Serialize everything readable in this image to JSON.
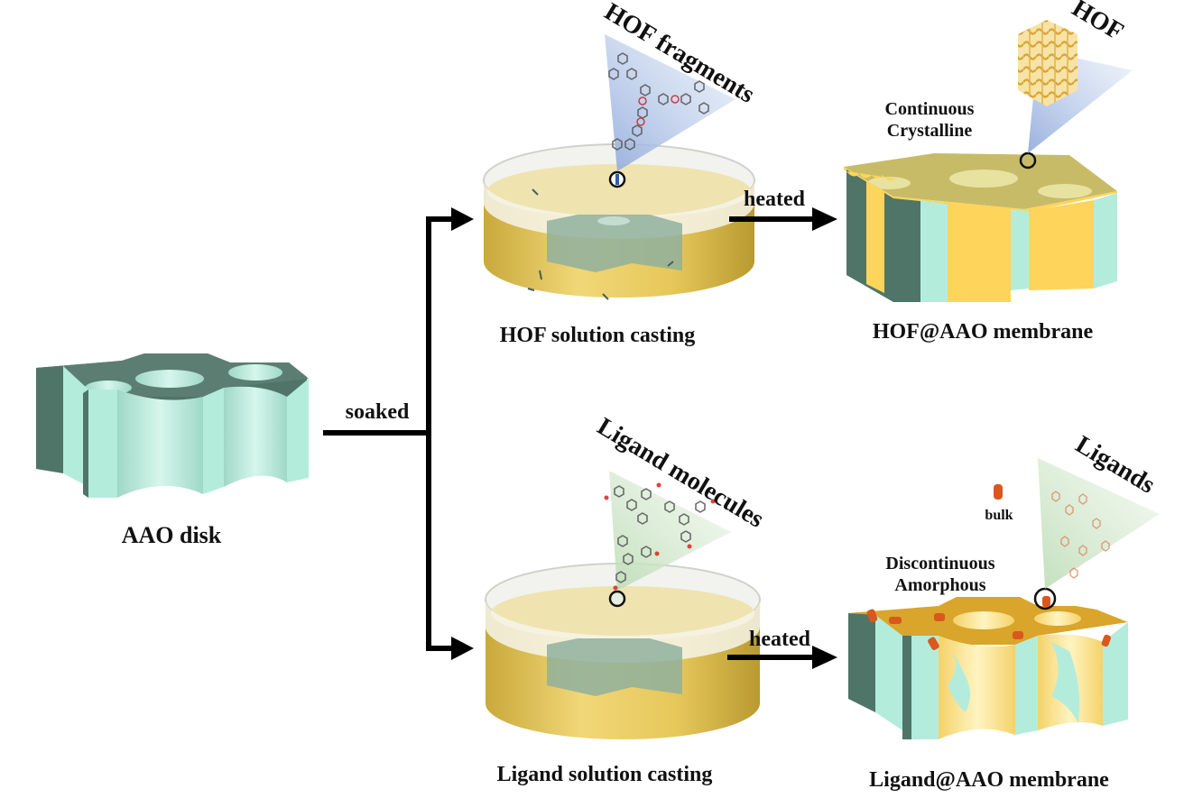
{
  "labels": {
    "aao_disk": "AAO disk",
    "soaked": "soaked",
    "heated_top": "heated",
    "heated_bottom": "heated",
    "hof_solution_casting": "HOF solution casting",
    "ligand_solution_casting": "Ligand solution casting",
    "hof_aao_membrane": "HOF@AAO membrane",
    "ligand_aao_membrane": "Ligand@AAO membrane",
    "hof_fragments": "HOF fragments",
    "hof": "HOF",
    "ligand_molecules": "Ligand molecules",
    "ligands": "Ligands",
    "continuous": "Continuous",
    "crystalline": "Crystalline",
    "discontinuous": "Discontinuous",
    "amorphous": "Amorphous",
    "bulk": "bulk"
  },
  "colors": {
    "aao_face": "#b4ecdc",
    "aao_dark": "#4f7468",
    "aao_top": "#5c7e72",
    "solution": "#e8c95a",
    "hof_yellow": "#ffd45a",
    "hof_top": "#c8bb68",
    "ligand_top": "#d9a52a",
    "bulk_orange": "#d9581e",
    "callout_blue": "#b8cdea",
    "callout_green": "#d6ebd2",
    "arrow": "#000000"
  }
}
